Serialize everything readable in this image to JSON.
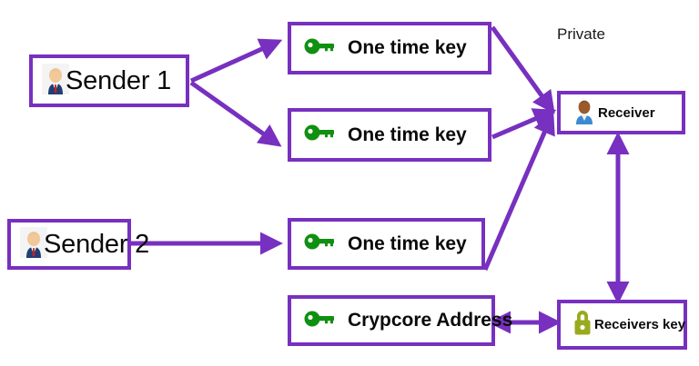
{
  "diagram": {
    "title_label": "Private",
    "palette": {
      "arrow_purple": "#7730bf",
      "box_border_purple": "#7730bf",
      "key_green": "#109010",
      "lock_olive": "#9aaa1e",
      "background": "#ffffff",
      "text_black": "#0a0a0a"
    },
    "nodes": [
      {
        "id": "sender-1",
        "label": "Sender 1",
        "icon": "businessman-avatar-icon"
      },
      {
        "id": "sender-2",
        "label": "Sender 2",
        "icon": "businessman-avatar-icon"
      },
      {
        "id": "one-time-key-1",
        "label": "One time key",
        "icon": "key-icon"
      },
      {
        "id": "one-time-key-2",
        "label": "One time key",
        "icon": "key-icon"
      },
      {
        "id": "one-time-key-3",
        "label": "One time key",
        "icon": "key-icon"
      },
      {
        "id": "crypcore-address",
        "label": "Crypcore Address",
        "icon": "key-icon"
      },
      {
        "id": "receiver",
        "label": "Receiver",
        "icon": "receiver-avatar-icon"
      },
      {
        "id": "receivers-key",
        "label": "Receivers key",
        "icon": "padlock-icon"
      }
    ],
    "connections": [
      {
        "from": "sender-1",
        "to": "one-time-key-1",
        "heads": "single"
      },
      {
        "from": "sender-1",
        "to": "one-time-key-2",
        "heads": "single"
      },
      {
        "from": "sender-2",
        "to": "one-time-key-3",
        "heads": "single"
      },
      {
        "from": "one-time-key-1",
        "to": "receiver",
        "heads": "single"
      },
      {
        "from": "one-time-key-2",
        "to": "receiver",
        "heads": "single"
      },
      {
        "from": "one-time-key-3",
        "to": "receiver",
        "heads": "single"
      },
      {
        "from": "receiver",
        "to": "receivers-key",
        "heads": "double"
      },
      {
        "from": "receivers-key",
        "to": "crypcore-address",
        "heads": "double"
      }
    ]
  }
}
